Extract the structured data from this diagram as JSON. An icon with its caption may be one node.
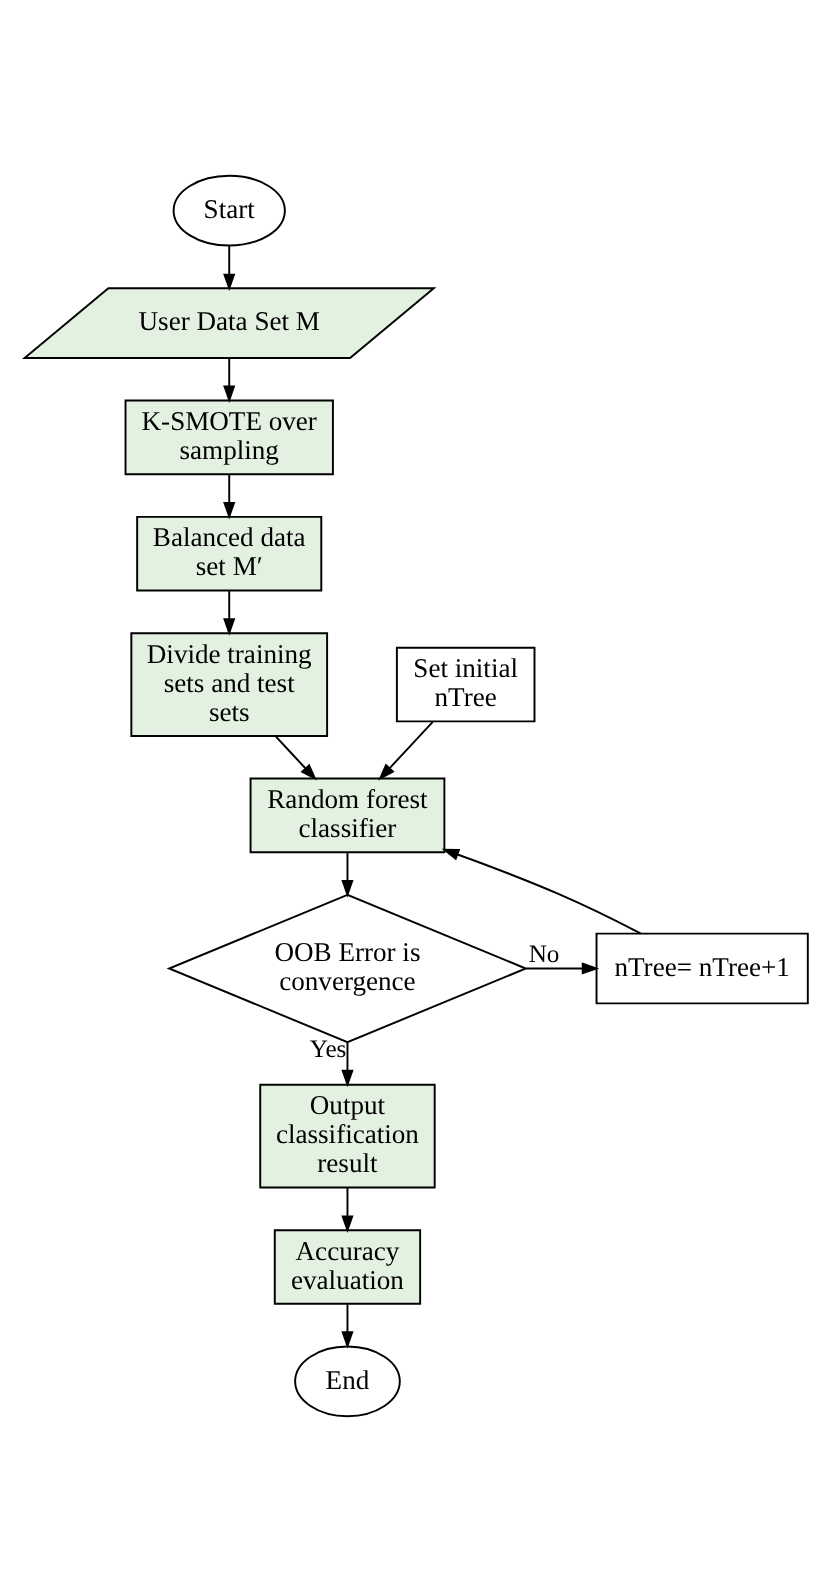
{
  "diagram": {
    "nodes": [
      {
        "text": [
          "Start"
        ]
      },
      {
        "text": [
          "User Data Set M"
        ]
      },
      {
        "text": [
          "K-SMOTE over sampling"
        ]
      },
      {
        "text": [
          "Balanced data set M′"
        ]
      },
      {
        "text": [
          "Divide training sets and test sets"
        ]
      },
      {
        "text": [
          "Set initial nTree"
        ]
      },
      {
        "text": [
          "Random forest classifier"
        ]
      },
      {
        "text": [
          "OOB Error is convergence"
        ]
      },
      {
        "text": [
          "nTree= nTree+1"
        ]
      },
      {
        "text": [
          "Output classification result"
        ]
      },
      {
        "text": [
          "Accuracy evaluation"
        ]
      },
      {
        "text": [
          "End"
        ]
      }
    ],
    "edges": [
      {
        "from": 0,
        "to": 1,
        "arrow": "to"
      },
      {
        "from": 1,
        "to": 2,
        "arrow": "to"
      },
      {
        "from": 2,
        "to": 3,
        "arrow": "to"
      },
      {
        "from": 3,
        "to": 4,
        "arrow": "to"
      },
      {
        "from": 4,
        "to": 6,
        "arrow": "to"
      },
      {
        "from": 5,
        "to": 6,
        "arrow": "to"
      },
      {
        "from": 6,
        "to": 7,
        "arrow": "to"
      },
      {
        "from": 7,
        "to": 8,
        "arrow": "to",
        "label": "No"
      },
      {
        "from": 8,
        "to": 6,
        "arrow": "to"
      },
      {
        "from": 7,
        "to": 9,
        "arrow": "to",
        "label": "Yes"
      },
      {
        "from": 9,
        "to": 10,
        "arrow": "to"
      },
      {
        "from": 10,
        "to": 11,
        "arrow": "to"
      }
    ]
  }
}
